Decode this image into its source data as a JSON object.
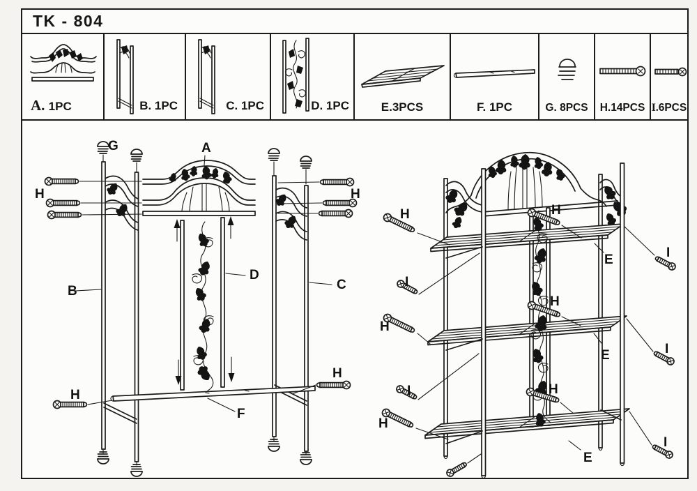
{
  "title": "TK - 804",
  "colors": {
    "ink": "#1b1b1b",
    "paper": "#fcfcfa"
  },
  "parts": [
    {
      "id": "A",
      "name": "A. ",
      "qty": "1PC",
      "icon": "arch-top-panel"
    },
    {
      "id": "B",
      "name": "B. ",
      "qty": "1PC",
      "icon": "side-frame"
    },
    {
      "id": "C",
      "name": "C. ",
      "qty": "1PC",
      "icon": "side-frame"
    },
    {
      "id": "D",
      "name": "D. ",
      "qty": "1PC",
      "icon": "vine-center-panel"
    },
    {
      "id": "E",
      "name": "E.",
      "qty": "3PCS",
      "icon": "wire-shelf"
    },
    {
      "id": "F",
      "name": "F. ",
      "qty": "1PC",
      "icon": "support-bar"
    },
    {
      "id": "G",
      "name": "G. ",
      "qty": "8PCS",
      "icon": "foot-cap"
    },
    {
      "id": "H",
      "name": "H.",
      "qty": "14PCS",
      "icon": "long-screw"
    },
    {
      "id": "I",
      "name": "I.",
      "qty": "6PCS",
      "icon": "short-screw"
    }
  ],
  "callouts": {
    "exploded": [
      {
        "t": "G"
      },
      {
        "t": "A"
      },
      {
        "t": "H"
      },
      {
        "t": "H"
      },
      {
        "t": "B"
      },
      {
        "t": "D"
      },
      {
        "t": "C"
      },
      {
        "t": "H"
      },
      {
        "t": "H"
      },
      {
        "t": "F"
      }
    ],
    "assembled": [
      {
        "t": "H"
      },
      {
        "t": "I"
      },
      {
        "t": "H"
      },
      {
        "t": "I"
      },
      {
        "t": "H"
      },
      {
        "t": "H"
      },
      {
        "t": "H"
      },
      {
        "t": "H"
      },
      {
        "t": "E"
      },
      {
        "t": "E"
      },
      {
        "t": "E"
      },
      {
        "t": "I"
      },
      {
        "t": "I"
      },
      {
        "t": "I"
      }
    ]
  }
}
